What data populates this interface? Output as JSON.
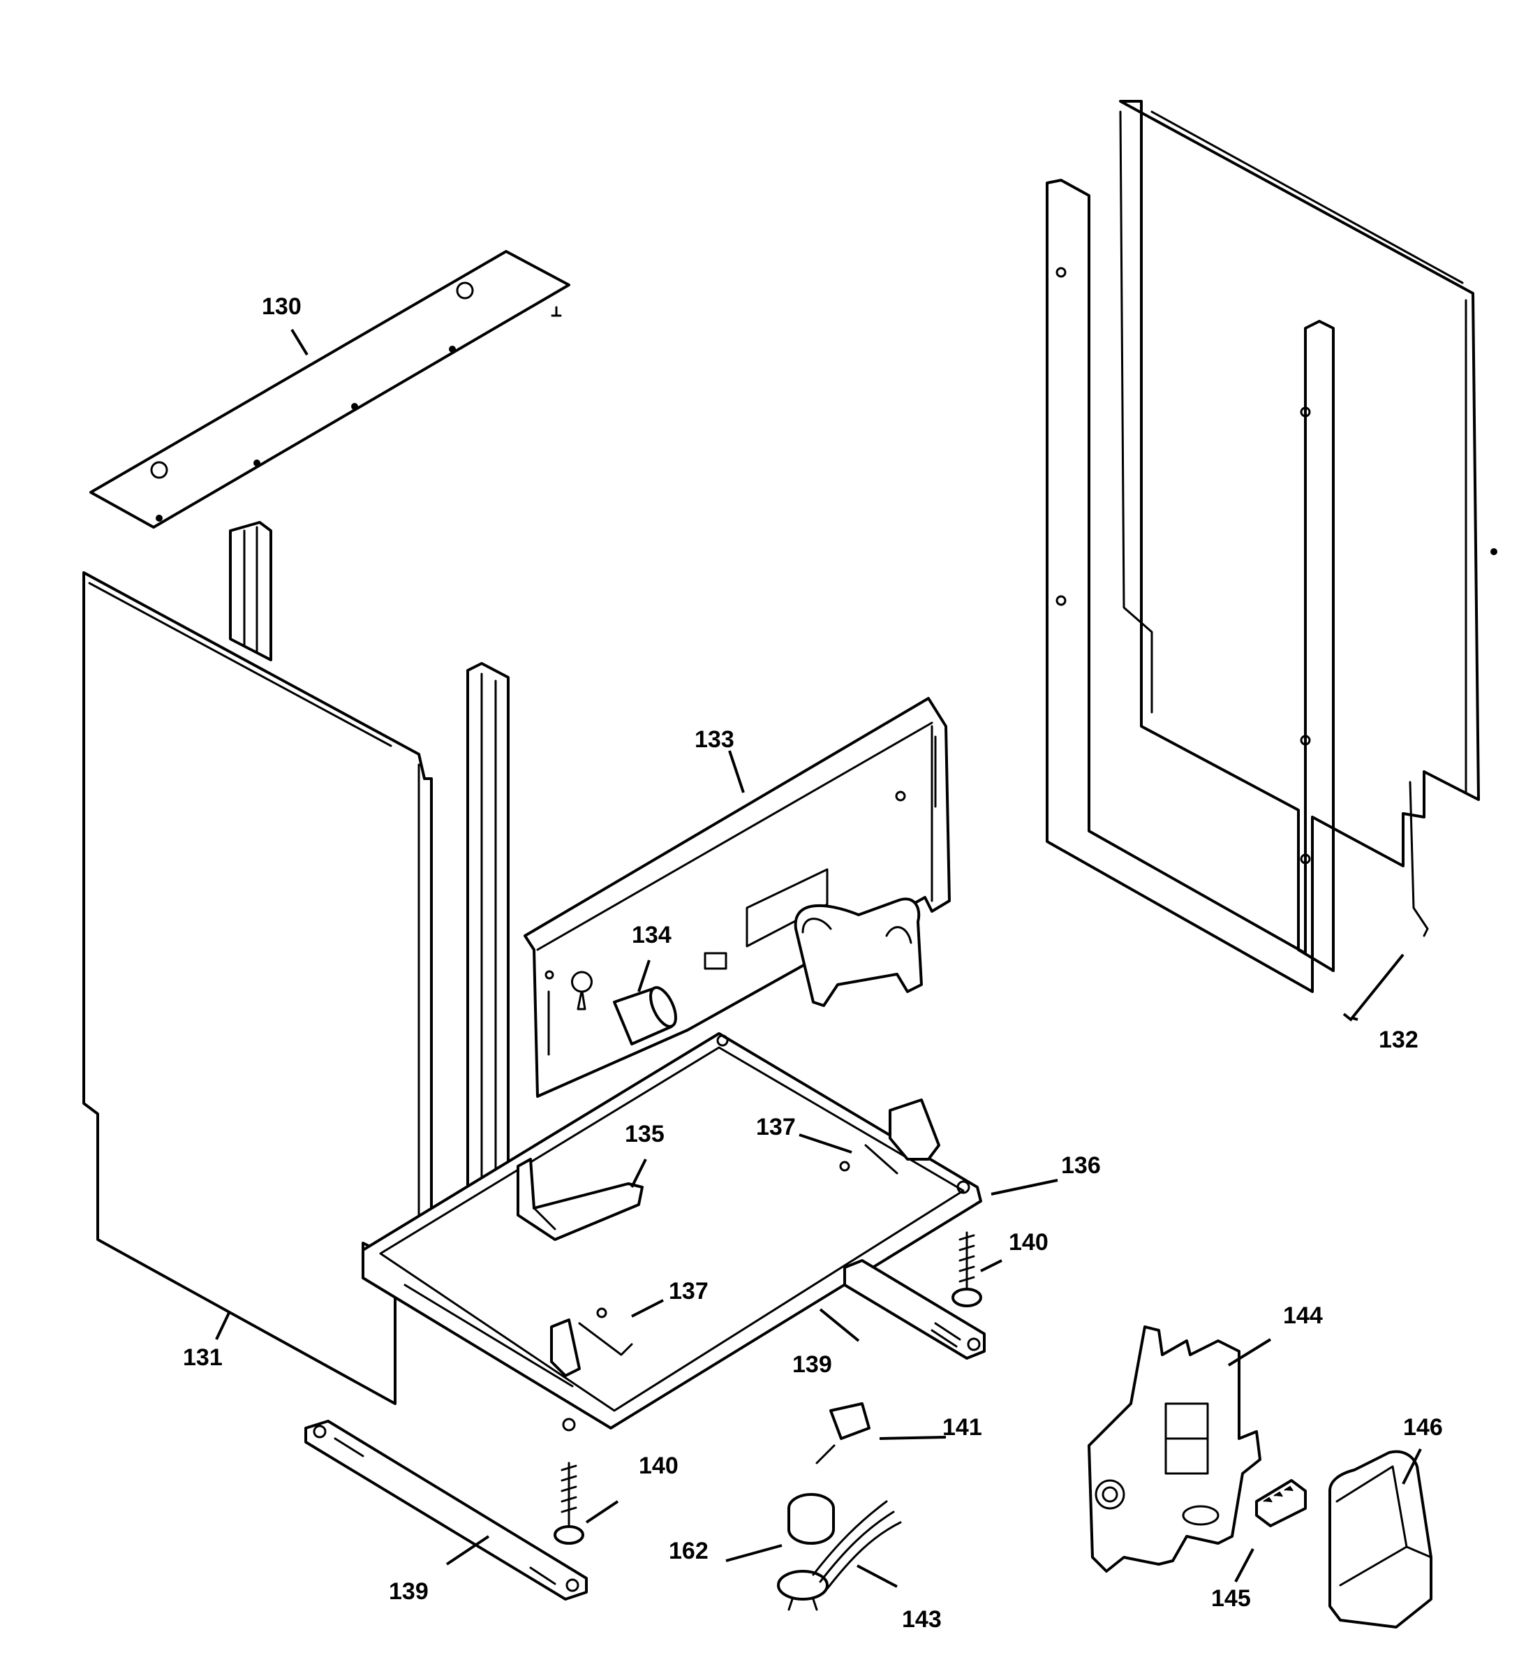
{
  "callouts": [
    {
      "id": "130",
      "text": "130"
    },
    {
      "id": "131",
      "text": "131"
    },
    {
      "id": "132",
      "text": "132"
    },
    {
      "id": "133",
      "text": "133"
    },
    {
      "id": "134",
      "text": "134"
    },
    {
      "id": "135",
      "text": "135"
    },
    {
      "id": "136",
      "text": "136"
    },
    {
      "id": "137a",
      "text": "137"
    },
    {
      "id": "137b",
      "text": "137"
    },
    {
      "id": "139a",
      "text": "139"
    },
    {
      "id": "139b",
      "text": "139"
    },
    {
      "id": "140a",
      "text": "140"
    },
    {
      "id": "140b",
      "text": "140"
    },
    {
      "id": "141",
      "text": "141"
    },
    {
      "id": "143",
      "text": "143"
    },
    {
      "id": "144",
      "text": "144"
    },
    {
      "id": "145",
      "text": "145"
    },
    {
      "id": "146",
      "text": "146"
    },
    {
      "id": "162",
      "text": "162"
    }
  ]
}
